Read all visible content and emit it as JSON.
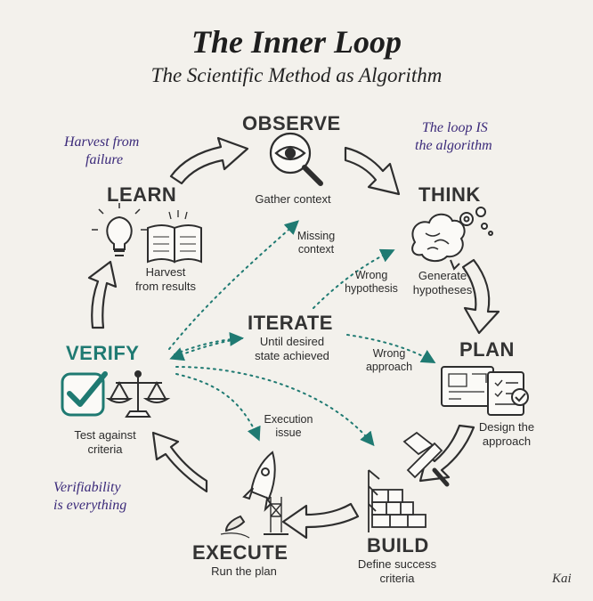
{
  "title": "The Inner Loop",
  "subtitle": "The Scientific Method as Algorithm",
  "steps": {
    "observe": {
      "name": "OBSERVE",
      "desc": "Gather context"
    },
    "think": {
      "name": "THINK",
      "desc_line1": "Generate",
      "desc_line2": "hypotheses"
    },
    "plan": {
      "name": "PLAN",
      "desc_line1": "Design the",
      "desc_line2": "approach"
    },
    "build": {
      "name": "BUILD",
      "desc_line1": "Define success",
      "desc_line2": "criteria"
    },
    "execute": {
      "name": "EXECUTE",
      "desc": "Run the plan"
    },
    "verify": {
      "name": "VERIFY",
      "desc_line1": "Test against",
      "desc_line2": "criteria"
    },
    "learn": {
      "name": "LEARN",
      "desc_line1": "Harvest",
      "desc_line2": "from results"
    },
    "iterate": {
      "name": "ITERATE",
      "desc_line1": "Until desired",
      "desc_line2": "state achieved"
    }
  },
  "notes": {
    "harvest_line1": "Harvest from",
    "harvest_line2": "failure",
    "loop_line1": "The loop IS",
    "loop_line2": "the algorithm",
    "verifiability_line1": "Verifiability",
    "verifiability_line2": "is everything"
  },
  "edges": {
    "missing_line1": "Missing",
    "missing_line2": "context",
    "wrong_hyp_line1": "Wrong",
    "wrong_hyp_line2": "hypothesis",
    "wrong_app_line1": "Wrong",
    "wrong_app_line2": "approach",
    "exec_line1": "Execution",
    "exec_line2": "issue"
  },
  "signature": "Kai",
  "colors": {
    "teal": "#1f7a72",
    "note_purple": "#3b2a7a",
    "arrow_dark": "#2e2e2e"
  },
  "icons": [
    "magnifier-eye-icon",
    "brain-gears-icon",
    "blueprint-checklist-icon",
    "bricks-hammer-icon",
    "rocket-launch-icon",
    "checkmark-icon",
    "scales-icon",
    "lightbulb-icon",
    "open-book-icon"
  ]
}
